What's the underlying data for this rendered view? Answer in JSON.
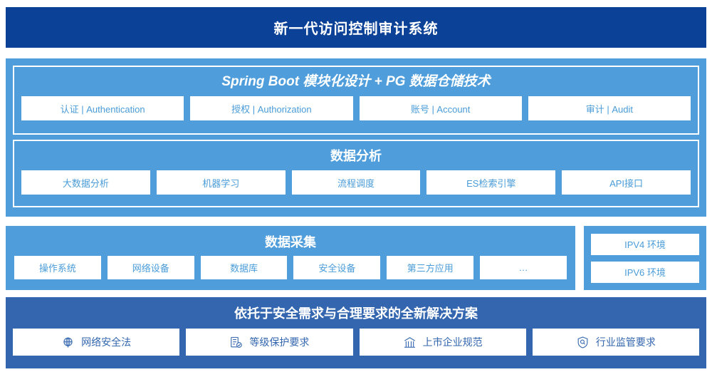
{
  "header": {
    "title": "新一代访问控制审计系统"
  },
  "platform": {
    "springboot": {
      "title": "Spring Boot 模块化设计 + PG 数据仓储技术",
      "cards": [
        "认证 | Authentication",
        "授权 | Authorization",
        "账号 | Account",
        "审计 | Audit"
      ]
    },
    "analysis": {
      "title": "数据分析",
      "cards": [
        "大数据分析",
        "机器学习",
        "流程调度",
        "ES检索引擎",
        "API接口"
      ]
    }
  },
  "collection": {
    "title": "数据采集",
    "cards": [
      "操作系统",
      "网络设备",
      "数据库",
      "安全设备",
      "第三方应用",
      "…"
    ]
  },
  "ipv": {
    "items": [
      "IPV4 环境",
      "IPV6 环境"
    ]
  },
  "solution": {
    "title": "依托于安全需求与合理要求的全新解决方案",
    "cards": [
      {
        "label": "网络安全法",
        "icon": "globe-icon"
      },
      {
        "label": "等级保护要求",
        "icon": "document-check-icon"
      },
      {
        "label": "上市企业规范",
        "icon": "bank-icon"
      },
      {
        "label": "行业监管要求",
        "icon": "shield-search-icon"
      }
    ]
  },
  "colors": {
    "header_blue": "#0b4298",
    "panel_blue": "#4f9edb",
    "solution_blue": "#3366ae",
    "card_text_blue": "#4a9cd8",
    "card_bg": "#ffffff"
  }
}
